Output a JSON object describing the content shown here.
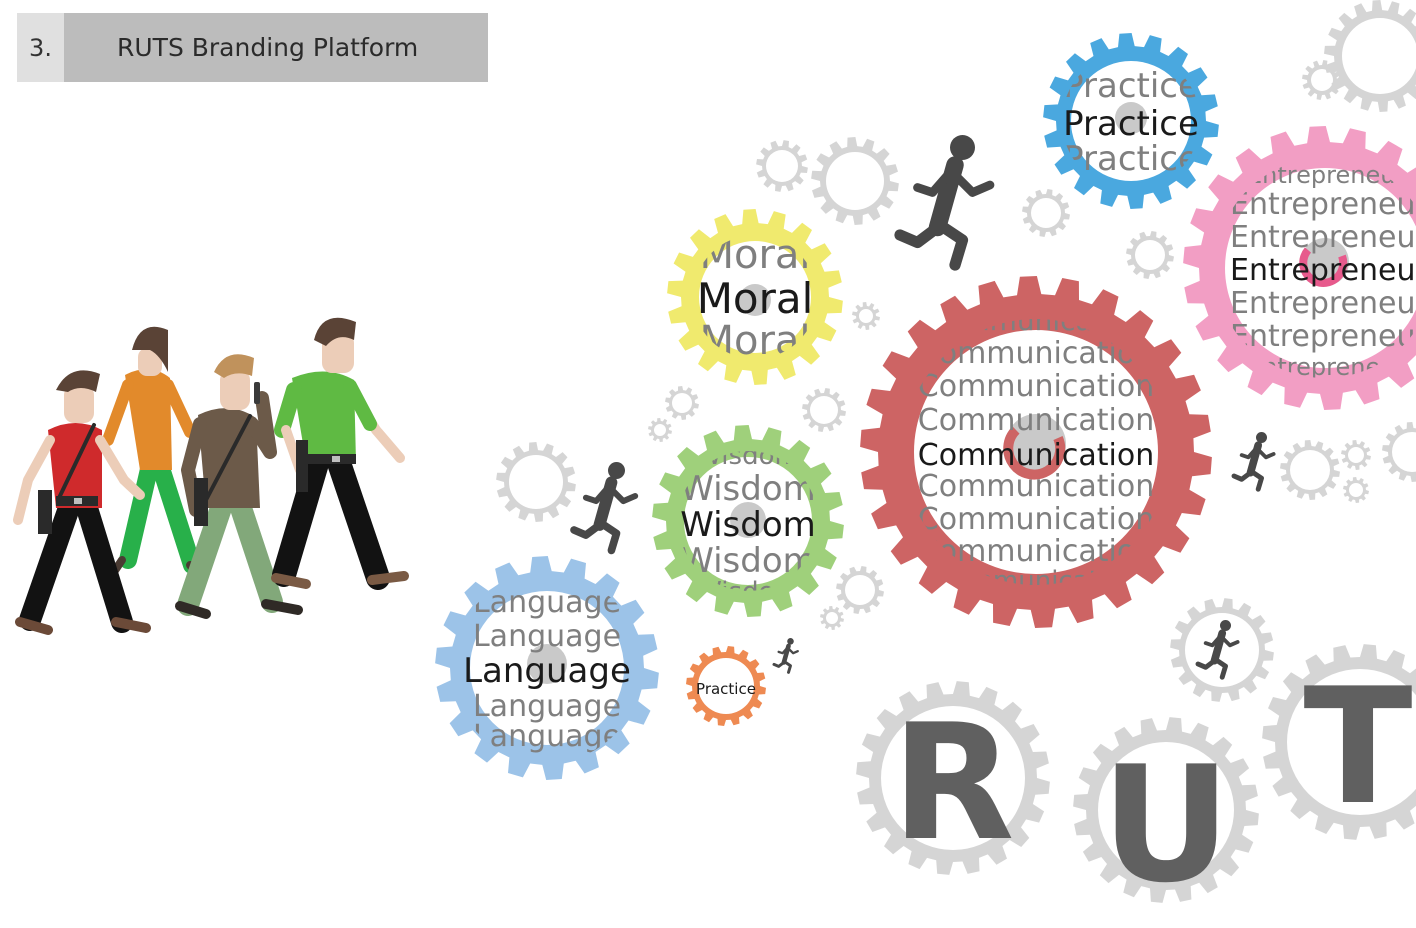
{
  "header": {
    "number": "3.",
    "title": "RUTS Branding Platform"
  },
  "colors": {
    "gray_gear": "#d5d5d5",
    "moral": "#f0ea6e",
    "wisdom": "#9fd07b",
    "language": "#9cc3e8",
    "practice_small": "#ee8a52",
    "practice_top": "#4aa8df",
    "entrepreneur": "#f29ec4",
    "communication": "#cd6464",
    "echo_text": "#7f7f7f",
    "main_text": "#1a1a1a",
    "figure": "#484848",
    "letter": "#606060"
  },
  "gears": {
    "moral": {
      "words": [
        "Moral",
        "Moral",
        "Moral"
      ]
    },
    "wisdom": {
      "words": [
        "Wisdom",
        "Wisdom",
        "Wisdom",
        "Wisdom",
        "Wisdom"
      ]
    },
    "language": {
      "words": [
        "Language",
        "Language",
        "Language",
        "Language",
        "Language"
      ]
    },
    "practice_small": {
      "word": "Practice"
    },
    "practice_top": {
      "words": [
        "Practice",
        "Practice",
        "Practice"
      ]
    },
    "entrepreneur": {
      "words": [
        "Entrepreneu",
        "Entrepreneu",
        "Entrepreneu",
        "Entrepreneu",
        "Entrepreneu",
        "Entrepreneu",
        "Entrepreneu"
      ]
    },
    "communication": {
      "words": [
        "Communication",
        "Communication",
        "Communication",
        "Communication",
        "Communication",
        "Communication",
        "Communication",
        "Communication",
        "Communication"
      ]
    }
  },
  "letters": {
    "r": "R",
    "u": "U",
    "t": "T"
  }
}
